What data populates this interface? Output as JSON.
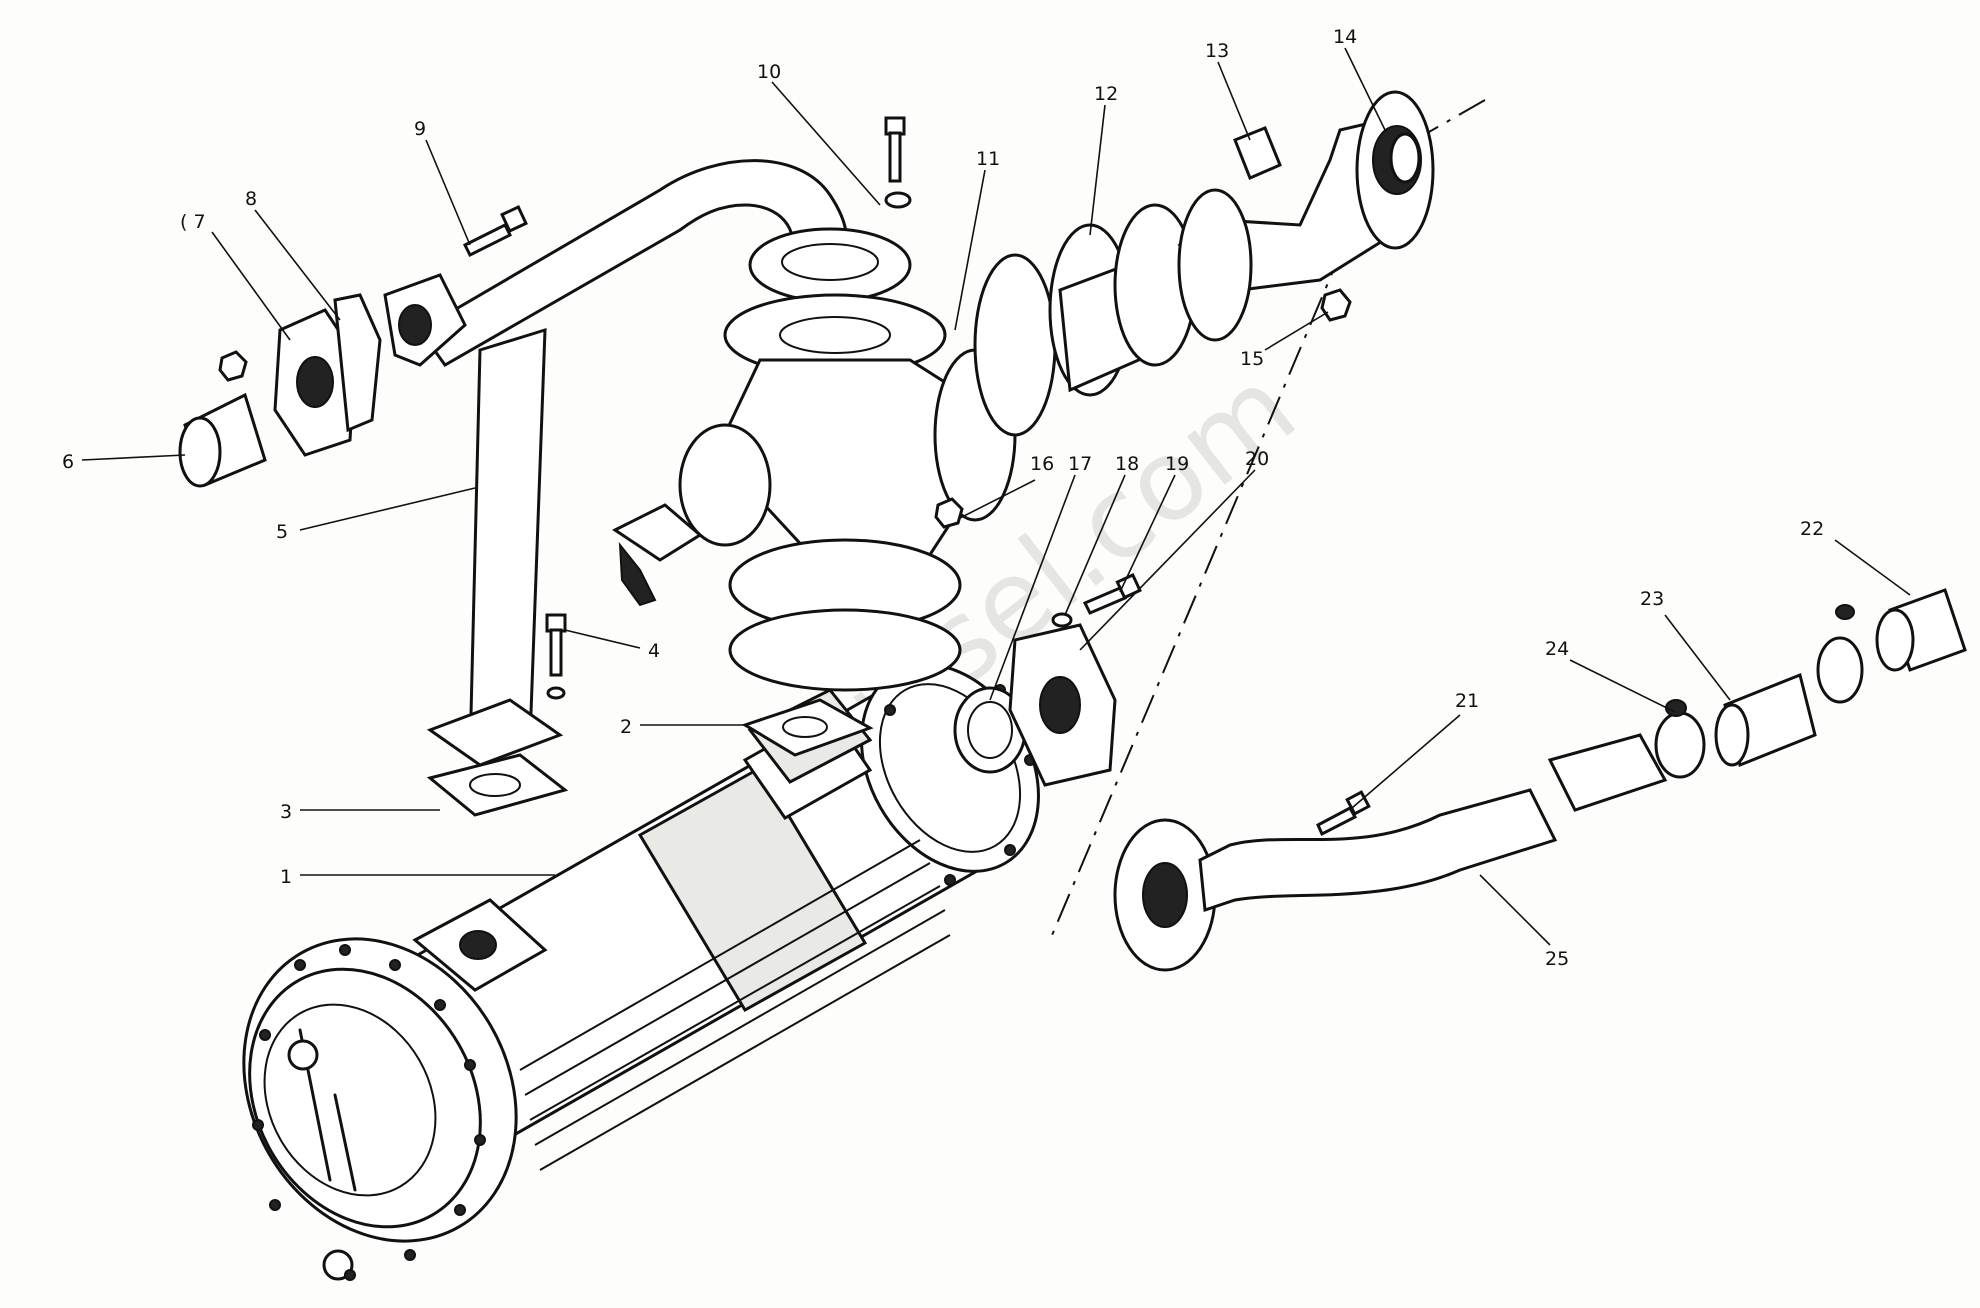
{
  "diagram": {
    "callouts": [
      "1",
      "2",
      "3",
      "4",
      "5",
      "6",
      "7",
      "8",
      "9",
      "10",
      "11",
      "12",
      "13",
      "14",
      "15",
      "16",
      "17",
      "18",
      "19",
      "20",
      "21",
      "22",
      "23",
      "24",
      "25"
    ],
    "stray_mark": "( 7",
    "watermark": "nevadiesel.com"
  }
}
